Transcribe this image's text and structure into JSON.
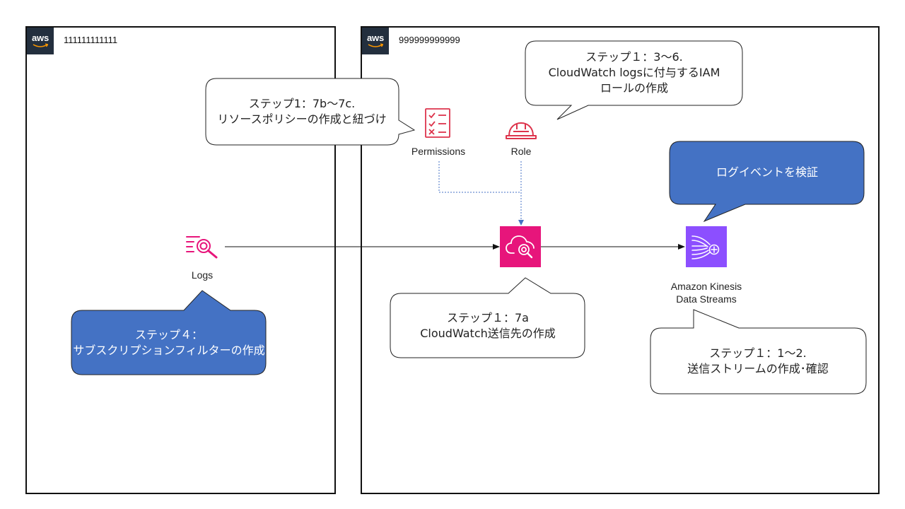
{
  "accounts": [
    {
      "id": "111111111111",
      "badge": "aws"
    },
    {
      "id": "999999999999",
      "badge": "aws"
    }
  ],
  "resources": {
    "logs": {
      "label": "Logs",
      "icon": "cloudwatch-logs-icon",
      "color": "#e7157b"
    },
    "permissions": {
      "label": "Permissions",
      "icon": "permissions-icon",
      "color": "#dd344c"
    },
    "role": {
      "label": "Role",
      "icon": "iam-role-icon",
      "color": "#dd344c"
    },
    "destination": {
      "label": "",
      "icon": "cloudwatch-destination-icon",
      "color": "#e7157b"
    },
    "kinesis": {
      "label": "Amazon Kinesis\nData Streams",
      "icon": "kinesis-data-streams-icon",
      "color": "#8c4fff"
    }
  },
  "callouts": {
    "step1_7bc": "ステップ1：7b～7c.\nリソースポリシーの作成と紐づけ",
    "step1_3_6": "ステップ１：3～6.\nCloudWatch logsに付与するIAM\nロールの作成",
    "verify": "ログイベントを検証",
    "step1_7a": "ステップ１：7a\nCloudWatch送信先の作成",
    "step4": "ステップ４：\nサブスクリプションフィルターの作成",
    "step1_1_2": "ステップ１：1～2.\n送信ストリームの作成･確認"
  },
  "colors": {
    "callout_blue": "#4472c4",
    "callout_border": "#222222",
    "aws_badge": "#232f3e",
    "dotted_connector": "#4472c4",
    "arrow": "#111111"
  }
}
